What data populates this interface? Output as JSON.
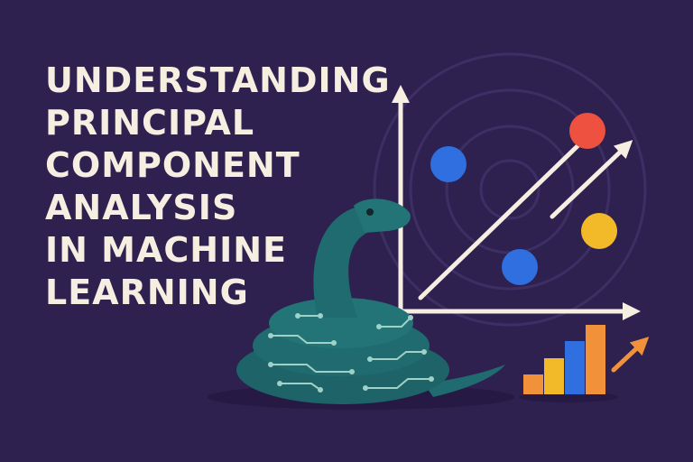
{
  "title_lines": [
    "UNDERSTANDING",
    "PRINCIPAL",
    "COMPONENT",
    "ANALYSIS",
    "IN MACHINE",
    "LEARNING"
  ],
  "colors": {
    "background": "#2e2150",
    "title_text": "#f6eee0",
    "axes": "#f6eee0",
    "python": "#1f6b6f",
    "python_circuit": "#9fd1c8",
    "point_blue": "#2f6fe0",
    "point_red": "#ef5140",
    "point_yellow": "#f2b928",
    "bar_orange": "#f1923a",
    "bar_yellow": "#f2b928",
    "bar_blue": "#2f6fe0"
  },
  "icons": {
    "python": "python-snake-icon",
    "chart": "bar-chart-icon",
    "trend": "trend-arrow-icon"
  }
}
